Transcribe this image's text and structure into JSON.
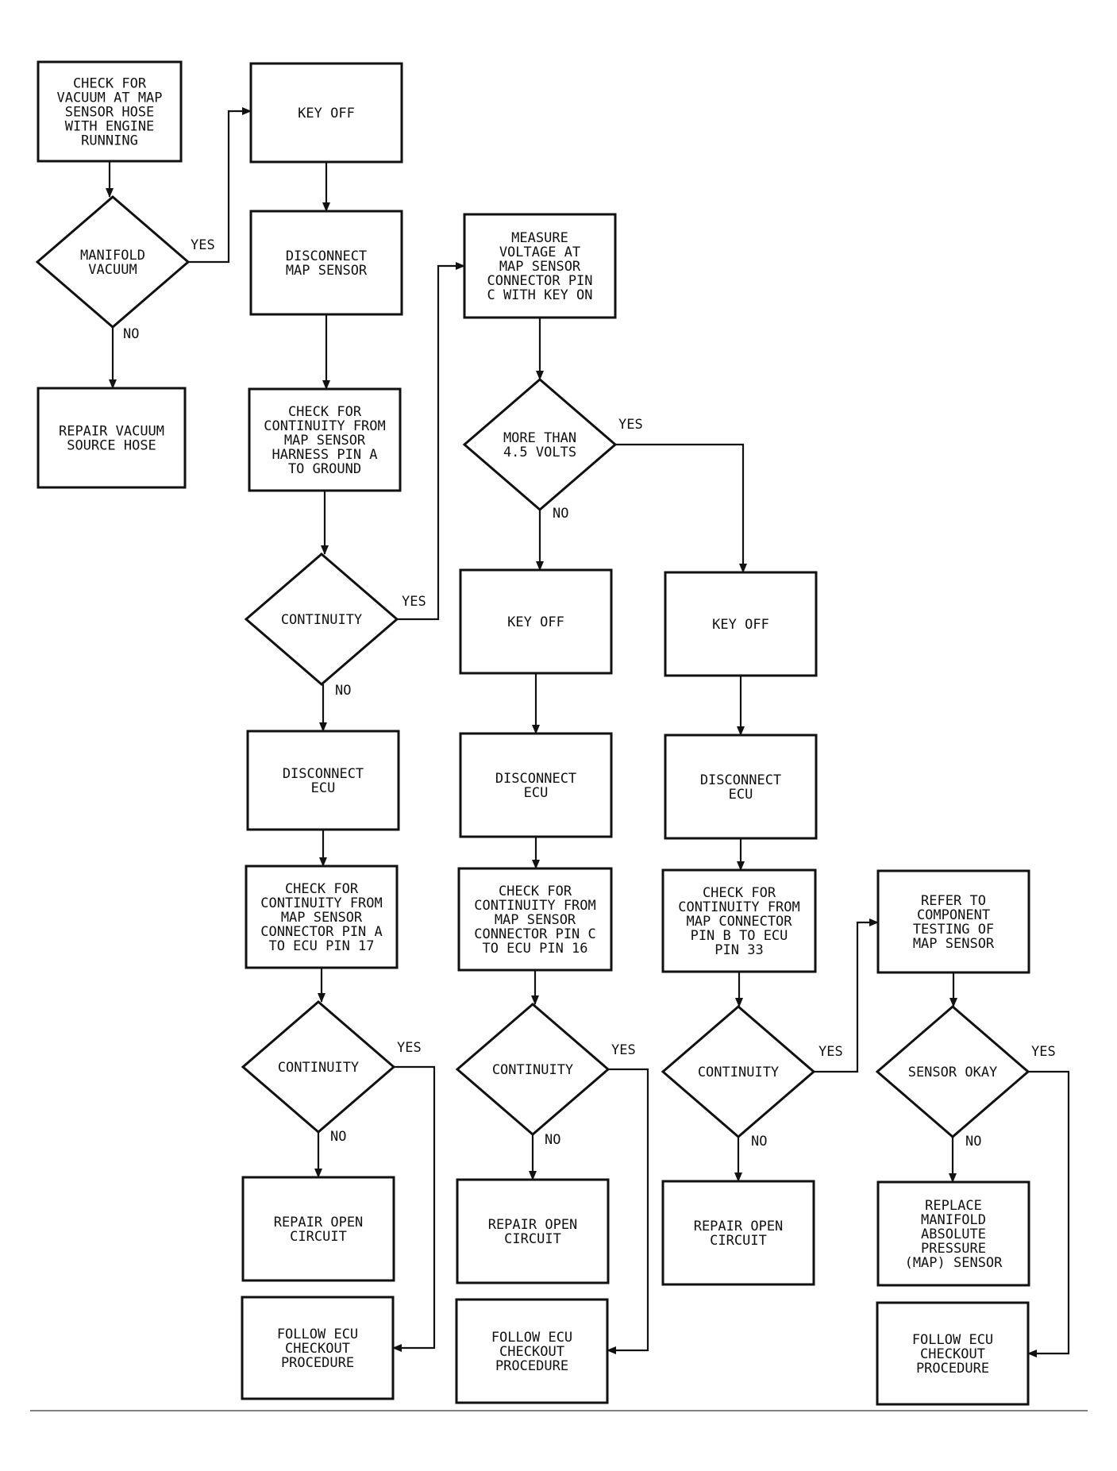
{
  "diagram": {
    "nodes": [
      {
        "id": "n1",
        "shape": "rect",
        "lines": [
          "CHECK FOR",
          "VACUUM AT MAP",
          "SENSOR HOSE",
          "WITH ENGINE",
          "RUNNING"
        ]
      },
      {
        "id": "d1",
        "shape": "diamond",
        "lines": [
          "MANIFOLD",
          "VACUUM"
        ]
      },
      {
        "id": "n2",
        "shape": "rect",
        "lines": [
          "REPAIR VACUUM",
          "SOURCE HOSE"
        ]
      },
      {
        "id": "n3",
        "shape": "rect",
        "lines": [
          "KEY OFF"
        ]
      },
      {
        "id": "n4",
        "shape": "rect",
        "lines": [
          "DISCONNECT",
          "MAP SENSOR"
        ]
      },
      {
        "id": "n5",
        "shape": "rect",
        "lines": [
          "CHECK FOR",
          "CONTINUITY FROM",
          "MAP SENSOR",
          "HARNESS PIN A",
          "TO GROUND"
        ]
      },
      {
        "id": "d2",
        "shape": "diamond",
        "lines": [
          "CONTINUITY"
        ]
      },
      {
        "id": "n6",
        "shape": "rect",
        "lines": [
          "DISCONNECT",
          "ECU"
        ]
      },
      {
        "id": "n7",
        "shape": "rect",
        "lines": [
          "CHECK FOR",
          "CONTINUITY FROM",
          "MAP SENSOR",
          "CONNECTOR PIN A",
          "TO ECU PIN 17"
        ]
      },
      {
        "id": "d3",
        "shape": "diamond",
        "lines": [
          "CONTINUITY"
        ]
      },
      {
        "id": "n8",
        "shape": "rect",
        "lines": [
          "REPAIR OPEN",
          "CIRCUIT"
        ]
      },
      {
        "id": "n9",
        "shape": "rect",
        "lines": [
          "FOLLOW ECU",
          "CHECKOUT",
          "PROCEDURE"
        ]
      },
      {
        "id": "n10",
        "shape": "rect",
        "lines": [
          "MEASURE",
          "VOLTAGE AT",
          "MAP SENSOR",
          "CONNECTOR PIN",
          "C WITH KEY ON"
        ]
      },
      {
        "id": "d4",
        "shape": "diamond",
        "lines": [
          "MORE THAN",
          "4.5 VOLTS"
        ]
      },
      {
        "id": "n11",
        "shape": "rect",
        "lines": [
          "KEY OFF"
        ]
      },
      {
        "id": "n12",
        "shape": "rect",
        "lines": [
          "DISCONNECT",
          "ECU"
        ]
      },
      {
        "id": "n13",
        "shape": "rect",
        "lines": [
          "CHECK FOR",
          "CONTINUITY FROM",
          "MAP SENSOR",
          "CONNECTOR PIN C",
          "TO ECU PIN 16"
        ]
      },
      {
        "id": "d5",
        "shape": "diamond",
        "lines": [
          "CONTINUITY"
        ]
      },
      {
        "id": "n14",
        "shape": "rect",
        "lines": [
          "REPAIR OPEN",
          "CIRCUIT"
        ]
      },
      {
        "id": "n15",
        "shape": "rect",
        "lines": [
          "FOLLOW ECU",
          "CHECKOUT",
          "PROCEDURE"
        ]
      },
      {
        "id": "n16",
        "shape": "rect",
        "lines": [
          "KEY OFF"
        ]
      },
      {
        "id": "n17",
        "shape": "rect",
        "lines": [
          "DISCONNECT",
          "ECU"
        ]
      },
      {
        "id": "n18",
        "shape": "rect",
        "lines": [
          "CHECK FOR",
          "CONTINUITY FROM",
          "MAP CONNECTOR",
          "PIN B TO ECU",
          "PIN 33"
        ]
      },
      {
        "id": "d6",
        "shape": "diamond",
        "lines": [
          "CONTINUITY"
        ]
      },
      {
        "id": "n19",
        "shape": "rect",
        "lines": [
          "REPAIR OPEN",
          "CIRCUIT"
        ]
      },
      {
        "id": "n20",
        "shape": "rect",
        "lines": [
          "REFER TO",
          "COMPONENT",
          "TESTING OF",
          "MAP SENSOR"
        ]
      },
      {
        "id": "d7",
        "shape": "diamond",
        "lines": [
          "SENSOR OKAY"
        ]
      },
      {
        "id": "n21",
        "shape": "rect",
        "lines": [
          "REPLACE",
          "MANIFOLD",
          "ABSOLUTE",
          "PRESSURE",
          "(MAP) SENSOR"
        ]
      },
      {
        "id": "n22",
        "shape": "rect",
        "lines": [
          "FOLLOW ECU",
          "CHECKOUT",
          "PROCEDURE"
        ]
      }
    ],
    "edges": [
      {
        "id": "e1",
        "from": "n1",
        "to": "d1",
        "label": ""
      },
      {
        "id": "e2",
        "from": "d1",
        "to": "n3",
        "label": "YES"
      },
      {
        "id": "e3",
        "from": "d1",
        "to": "n2",
        "label": "NO"
      },
      {
        "id": "e4",
        "from": "n3",
        "to": "n4",
        "label": ""
      },
      {
        "id": "e5",
        "from": "n4",
        "to": "n5",
        "label": ""
      },
      {
        "id": "e6",
        "from": "n5",
        "to": "d2",
        "label": ""
      },
      {
        "id": "e7",
        "from": "d2",
        "to": "n10",
        "label": "YES"
      },
      {
        "id": "e8",
        "from": "d2",
        "to": "n6",
        "label": "NO"
      },
      {
        "id": "e9",
        "from": "n6",
        "to": "n7",
        "label": ""
      },
      {
        "id": "e10",
        "from": "n7",
        "to": "d3",
        "label": ""
      },
      {
        "id": "e11",
        "from": "d3",
        "to": "n9",
        "label": "YES"
      },
      {
        "id": "e12",
        "from": "d3",
        "to": "n8",
        "label": "NO"
      },
      {
        "id": "e13",
        "from": "n10",
        "to": "d4",
        "label": ""
      },
      {
        "id": "e14",
        "from": "d4",
        "to": "n16",
        "label": "YES"
      },
      {
        "id": "e15",
        "from": "d4",
        "to": "n11",
        "label": "NO"
      },
      {
        "id": "e16",
        "from": "n11",
        "to": "n12",
        "label": ""
      },
      {
        "id": "e17",
        "from": "n12",
        "to": "n13",
        "label": ""
      },
      {
        "id": "e18",
        "from": "n13",
        "to": "d5",
        "label": ""
      },
      {
        "id": "e19",
        "from": "d5",
        "to": "n15",
        "label": "YES"
      },
      {
        "id": "e20",
        "from": "d5",
        "to": "n14",
        "label": "NO"
      },
      {
        "id": "e21",
        "from": "n16",
        "to": "n17",
        "label": ""
      },
      {
        "id": "e22",
        "from": "n17",
        "to": "n18",
        "label": ""
      },
      {
        "id": "e23",
        "from": "n18",
        "to": "d6",
        "label": ""
      },
      {
        "id": "e24",
        "from": "d6",
        "to": "n20",
        "label": "YES"
      },
      {
        "id": "e25",
        "from": "d6",
        "to": "n19",
        "label": "NO"
      },
      {
        "id": "e26",
        "from": "n20",
        "to": "d7",
        "label": ""
      },
      {
        "id": "e27",
        "from": "d7",
        "to": "n22",
        "label": "YES"
      },
      {
        "id": "e28",
        "from": "d7",
        "to": "n21",
        "label": "NO"
      }
    ]
  }
}
